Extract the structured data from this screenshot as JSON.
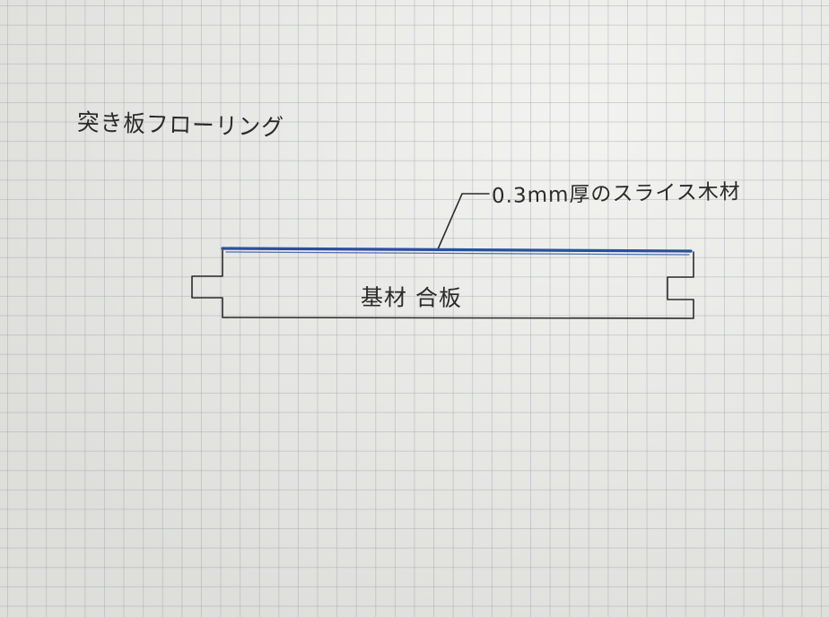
{
  "title": "突き板フローリング",
  "labels": {
    "surface": "0.3mm厚のスライス木材",
    "core": "基材 合板"
  },
  "colors": {
    "ink": "#2b2b2b",
    "veneer_line": "#2a4fa0"
  }
}
